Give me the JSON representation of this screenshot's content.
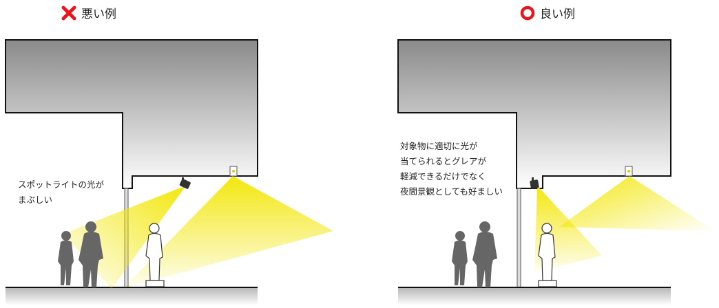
{
  "bad_example": {
    "heading": "悪い例",
    "mark_icon": "cross-icon",
    "mark_color": "#e8161c",
    "caption_lines": [
      "スポットライトの光が",
      "まぶしい"
    ]
  },
  "good_example": {
    "heading": "良い例",
    "mark_icon": "circle-icon",
    "mark_color": "#e8161c",
    "caption_lines": [
      "対象物に適切に光が",
      "当てられるとグレアが",
      "軽減できるだけでなく",
      "夜間景観としても好ましい"
    ]
  },
  "colors": {
    "light_beam": "#f2e600",
    "building_top": "#8a8a8a",
    "building_bottom": "#ffffff",
    "silhouette": "#666666"
  }
}
